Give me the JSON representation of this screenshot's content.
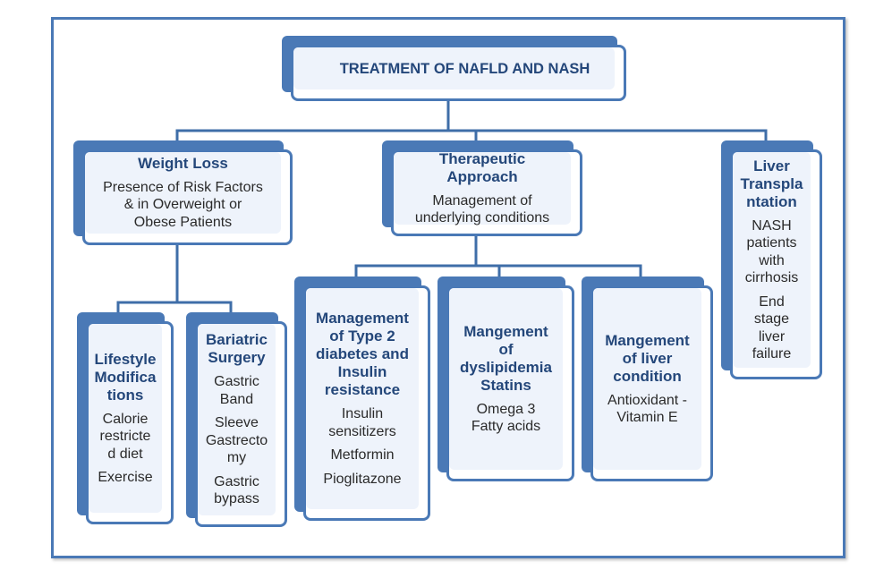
{
  "diagram": {
    "root": {
      "title": "TREATMENT OF NAFLD AND NASH"
    },
    "weight_loss": {
      "title": "Weight Loss",
      "body": [
        "Presence of Risk Factors",
        "& in Overweight or",
        "Obese Patients"
      ]
    },
    "therapeutic": {
      "title": [
        "Therapeutic",
        "Approach"
      ],
      "body": [
        "Management of",
        "underlying conditions"
      ]
    },
    "liver_transplant": {
      "title": [
        "Liver",
        "Transpla",
        "ntation"
      ],
      "items": [
        [
          "NASH",
          "patients",
          "with",
          "cirrhosis"
        ],
        [
          "End",
          "stage",
          "liver",
          "failure"
        ]
      ]
    },
    "lifestyle": {
      "title": [
        "Lifestyle",
        "Modifica",
        "tions"
      ],
      "items": [
        [
          "Calorie",
          "restricte",
          "d diet"
        ],
        [
          "Exercise"
        ]
      ]
    },
    "bariatric": {
      "title": [
        "Bariatric",
        "Surgery"
      ],
      "items": [
        [
          "Gastric",
          "Band"
        ],
        [
          "Sleeve",
          "Gastrecto",
          "my"
        ],
        [
          "Gastric",
          "bypass"
        ]
      ]
    },
    "diabetes": {
      "title": [
        "Management",
        "of Type 2",
        "diabetes and",
        "Insulin",
        "resistance"
      ],
      "items": [
        [
          "Insulin",
          "sensitizers"
        ],
        [
          "Metformin"
        ],
        [
          "Pioglitazone"
        ]
      ]
    },
    "dyslipidemia": {
      "title": [
        "Mangement",
        "of",
        "dyslipidemia",
        "Statins"
      ],
      "items": [
        [
          "Omega 3",
          "Fatty acids"
        ]
      ]
    },
    "liver_condition": {
      "title": [
        "Mangement",
        "of liver",
        "condition"
      ],
      "items": [
        [
          "Antioxidant -",
          "Vitamin E"
        ]
      ]
    }
  }
}
